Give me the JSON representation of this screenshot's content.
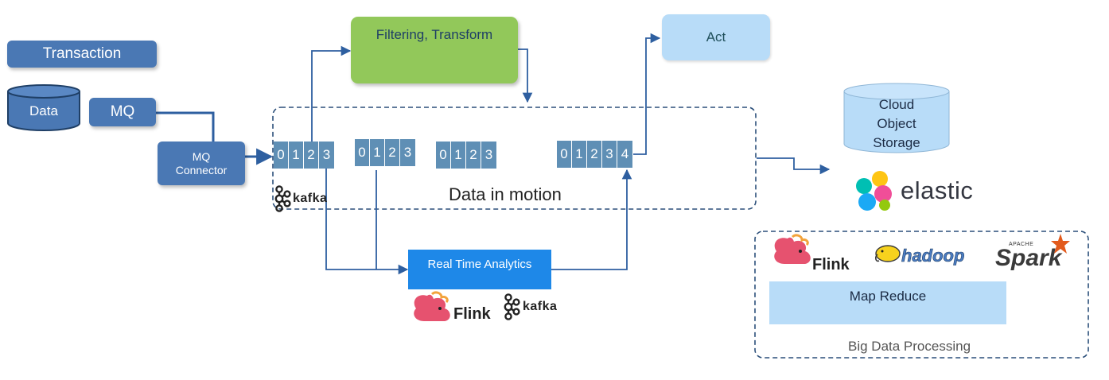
{
  "nodes": {
    "transaction": "Transaction",
    "data": "Data",
    "mq": "MQ",
    "mq_connector_line1": "MQ",
    "mq_connector_line2": "Connector",
    "filtering": "Filtering, Transform",
    "act": "Act",
    "cloud_line1": "Cloud",
    "cloud_line2": "Object",
    "cloud_line3": "Storage",
    "realtime": "Real Time Analytics",
    "map_reduce": "Map Reduce"
  },
  "labels": {
    "data_in_motion": "Data in motion",
    "big_data_processing": "Big Data Processing"
  },
  "queues": [
    [
      "0",
      "1",
      "2",
      "3"
    ],
    [
      "0",
      "1",
      "2",
      "3"
    ],
    [
      "0",
      "1",
      "2",
      "3"
    ],
    [
      "0",
      "1",
      "2",
      "3",
      "4"
    ]
  ],
  "logos": {
    "kafka": "kafka",
    "kafka2": "kafka",
    "flink": "Flink",
    "flink2": "Flink",
    "elastic": "elastic",
    "hadoop": "hadoop",
    "spark": "Spark",
    "spark_apache": "APACHE"
  },
  "colors": {
    "steel": "#4a78b4",
    "arrow": "#2e5fa0",
    "green": "#92c85a",
    "light_blue": "#b8dcf8",
    "bright_blue": "#1e88e8",
    "queue_cell": "#5f8fb5"
  }
}
